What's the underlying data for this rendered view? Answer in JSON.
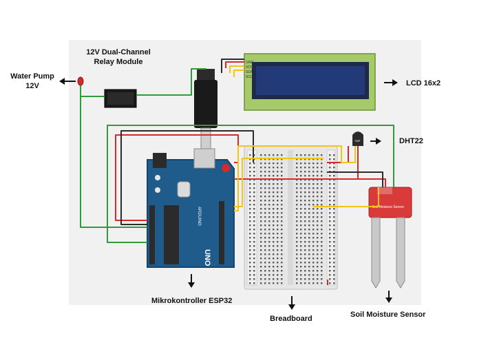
{
  "labels": {
    "water_pump_line1": "Water Pump",
    "water_pump_line2": "12V",
    "relay_line1": "12V Dual-Channel",
    "relay_line2": "Relay Module",
    "lcd": "LCD  16x2",
    "dht22": "DHT22",
    "mcu": "Mikrokontroller ESP32",
    "breadboard": "Breadboard",
    "soil": "Soil Moisture Sensor"
  },
  "component_text": {
    "lcd_pins": [
      "GND",
      "VCC",
      "SDA",
      "SCL"
    ],
    "dht_tag": "TMP",
    "soil_board": "Soil Moisture Sensor",
    "board_logo": "UNO",
    "board_brand": "ARDUINO"
  },
  "colors": {
    "panel_bg": "#f1f1f1",
    "wire_green": "#2e9a3a",
    "wire_red": "#d42a2a",
    "wire_black": "#2b2b2b",
    "wire_yellow": "#f0c419",
    "board_blue": "#1f5c8c",
    "lcd_green": "#a6c96a",
    "lcd_screen": "#233a78",
    "sensor_red": "#d93a3a",
    "breadboard": "#e9e9e9"
  }
}
